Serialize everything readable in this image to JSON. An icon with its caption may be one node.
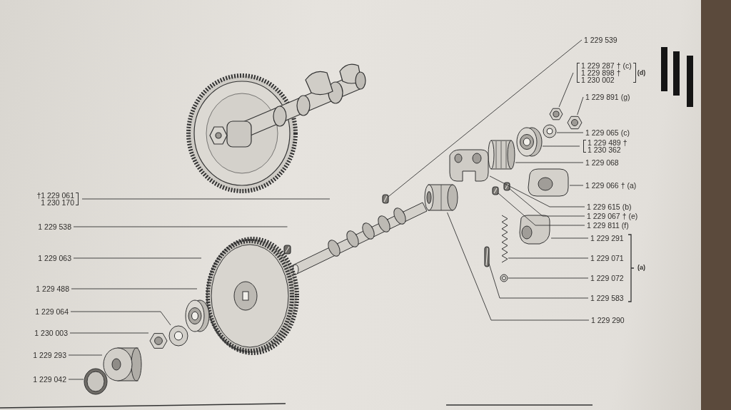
{
  "diagram": {
    "nodes": [
      {
        "text": [
          "1 229 539"
        ]
      },
      {
        "text": [],
        "shape": "picture"
      },
      {
        "text": [
          "1 229 287 † (c)",
          "1 229 898 †",
          "1 230 002",
          "(d)"
        ]
      },
      {
        "text": [],
        "shape": "picture"
      },
      {
        "text": [
          "1 229 891 (g)"
        ]
      },
      {
        "text": [],
        "shape": "picture"
      },
      {
        "text": [
          "1 229 065 (c)"
        ]
      },
      {
        "text": [],
        "shape": "picture"
      },
      {
        "text": [
          "1 229 489 †",
          "1 230 362"
        ]
      },
      {
        "text": [],
        "shape": "picture"
      },
      {
        "text": [
          "1 229 068"
        ]
      },
      {
        "text": [],
        "shape": "picture"
      },
      {
        "text": [
          "1 229 066 † (a)"
        ]
      },
      {
        "text": [],
        "shape": "picture"
      },
      {
        "text": [
          "1 229 615 (b)"
        ]
      },
      {
        "text": [],
        "shape": "picture"
      },
      {
        "text": [
          "1 229 067 † (e)"
        ]
      },
      {
        "text": [],
        "shape": "picture"
      },
      {
        "text": [
          "1 229 811 (f)"
        ]
      },
      {
        "text": [],
        "shape": "picture"
      },
      {
        "text": [
          "1 229 291"
        ]
      },
      {
        "text": [],
        "shape": "picture"
      },
      {
        "text": [
          "1 229 071"
        ]
      },
      {
        "text": [],
        "shape": "picture"
      },
      {
        "text": [
          "1 229 072"
        ]
      },
      {
        "text": [],
        "shape": "picture"
      },
      {
        "text": [
          "1 229 583"
        ]
      },
      {
        "text": [],
        "shape": "picture"
      },
      {
        "text": [
          "1 229 290"
        ]
      },
      {
        "text": [],
        "shape": "picture"
      },
      {
        "text": [
          "†1 229 061",
          "1 230 170"
        ]
      },
      {
        "text": [],
        "shape": "picture"
      },
      {
        "text": [
          "1 229 538"
        ]
      },
      {
        "text": [],
        "shape": "picture"
      },
      {
        "text": [
          "1 229 063"
        ]
      },
      {
        "text": [],
        "shape": "picture"
      },
      {
        "text": [
          "1 229 488"
        ]
      },
      {
        "text": [],
        "shape": "picture"
      },
      {
        "text": [
          "1 229 064"
        ]
      },
      {
        "text": [],
        "shape": "picture"
      },
      {
        "text": [
          "1 230 003"
        ]
      },
      {
        "text": [],
        "shape": "picture"
      },
      {
        "text": [
          "1 229 293"
        ]
      },
      {
        "text": [],
        "shape": "picture"
      },
      {
        "text": [
          "1 229 042"
        ]
      },
      {
        "text": [],
        "shape": "picture"
      }
    ],
    "edges": [
      {
        "from": 0,
        "to": 1,
        "arrow": "none"
      },
      {
        "from": 2,
        "to": 3,
        "arrow": "none"
      },
      {
        "from": 4,
        "to": 5,
        "arrow": "none"
      },
      {
        "from": 6,
        "to": 7,
        "arrow": "none"
      },
      {
        "from": 8,
        "to": 9,
        "arrow": "none"
      },
      {
        "from": 10,
        "to": 11,
        "arrow": "none"
      },
      {
        "from": 12,
        "to": 13,
        "arrow": "none"
      },
      {
        "from": 14,
        "to": 15,
        "arrow": "none"
      },
      {
        "from": 16,
        "to": 17,
        "arrow": "none"
      },
      {
        "from": 18,
        "to": 19,
        "arrow": "none"
      },
      {
        "from": 20,
        "to": 21,
        "arrow": "none"
      },
      {
        "from": 22,
        "to": 23,
        "arrow": "none"
      },
      {
        "from": 24,
        "to": 25,
        "arrow": "none"
      },
      {
        "from": 26,
        "to": 27,
        "arrow": "none"
      },
      {
        "from": 28,
        "to": 29,
        "arrow": "none"
      },
      {
        "from": 30,
        "to": 31,
        "arrow": "none"
      },
      {
        "from": 32,
        "to": 33,
        "arrow": "none"
      },
      {
        "from": 34,
        "to": 35,
        "arrow": "none"
      },
      {
        "from": 36,
        "to": 37,
        "arrow": "none"
      },
      {
        "from": 38,
        "to": 39,
        "arrow": "none"
      },
      {
        "from": 40,
        "to": 41,
        "arrow": "none"
      },
      {
        "from": 42,
        "to": 43,
        "arrow": "none"
      },
      {
        "from": 44,
        "to": 45,
        "arrow": "none"
      }
    ],
    "labels": [
      "(a)"
    ]
  }
}
